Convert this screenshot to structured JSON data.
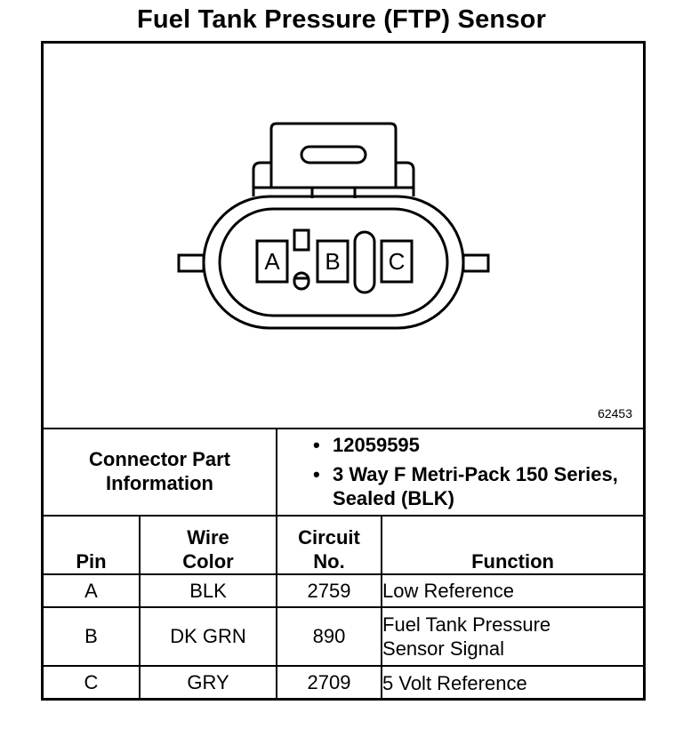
{
  "title": "Fuel Tank Pressure (FTP) Sensor",
  "diagram": {
    "part_number": "62453",
    "pin_labels": [
      "A",
      "B",
      "C"
    ]
  },
  "connector_info": {
    "label": "Connector Part Information",
    "items": [
      "12059595",
      "3 Way F Metri-Pack 150 Series, Sealed (BLK)"
    ]
  },
  "table": {
    "headers": {
      "pin": "Pin",
      "wire_color": "Wire Color",
      "circuit": "Circuit No.",
      "function": "Function"
    },
    "rows": [
      {
        "pin": "A",
        "wire_color": "BLK",
        "circuit": "2759",
        "function": "Low Reference"
      },
      {
        "pin": "B",
        "wire_color": "DK GRN",
        "circuit": "890",
        "function": "Fuel Tank Pressure Sensor Signal"
      },
      {
        "pin": "C",
        "wire_color": "GRY",
        "circuit": "2709",
        "function": "5 Volt Reference"
      }
    ]
  }
}
